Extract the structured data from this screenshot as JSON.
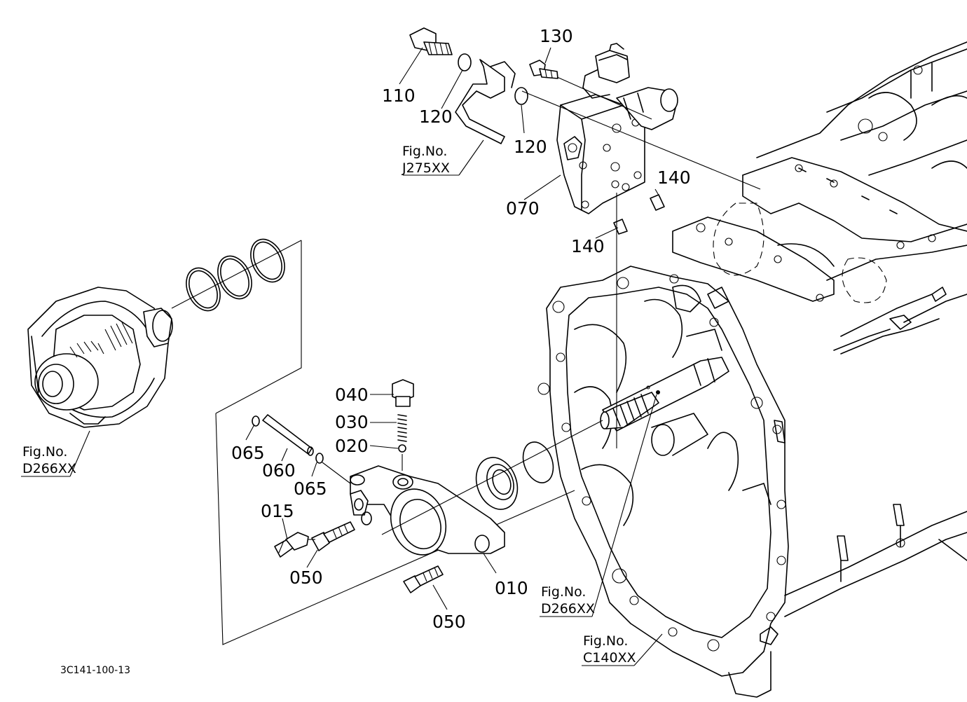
{
  "callouts": {
    "c130": "130",
    "c110": "110",
    "c120a": "120",
    "c120b": "120",
    "c070": "070",
    "c140a": "140",
    "c140b": "140",
    "c040": "040",
    "c030": "030",
    "c020": "020",
    "c065a": "065",
    "c060": "060",
    "c065b": "065",
    "c015": "015",
    "c050a": "050",
    "c010": "010",
    "c050b": "050"
  },
  "references": {
    "j275": {
      "label": "Fig.No.",
      "code": "J275XX"
    },
    "d266_left": {
      "label": "Fig.No.",
      "code": "D266XX"
    },
    "d266_right": {
      "label": "Fig.No.",
      "code": "D266XX"
    },
    "c140": {
      "label": "Fig.No.",
      "code": "C140XX"
    }
  },
  "diagram_code": "3C141-100-13"
}
